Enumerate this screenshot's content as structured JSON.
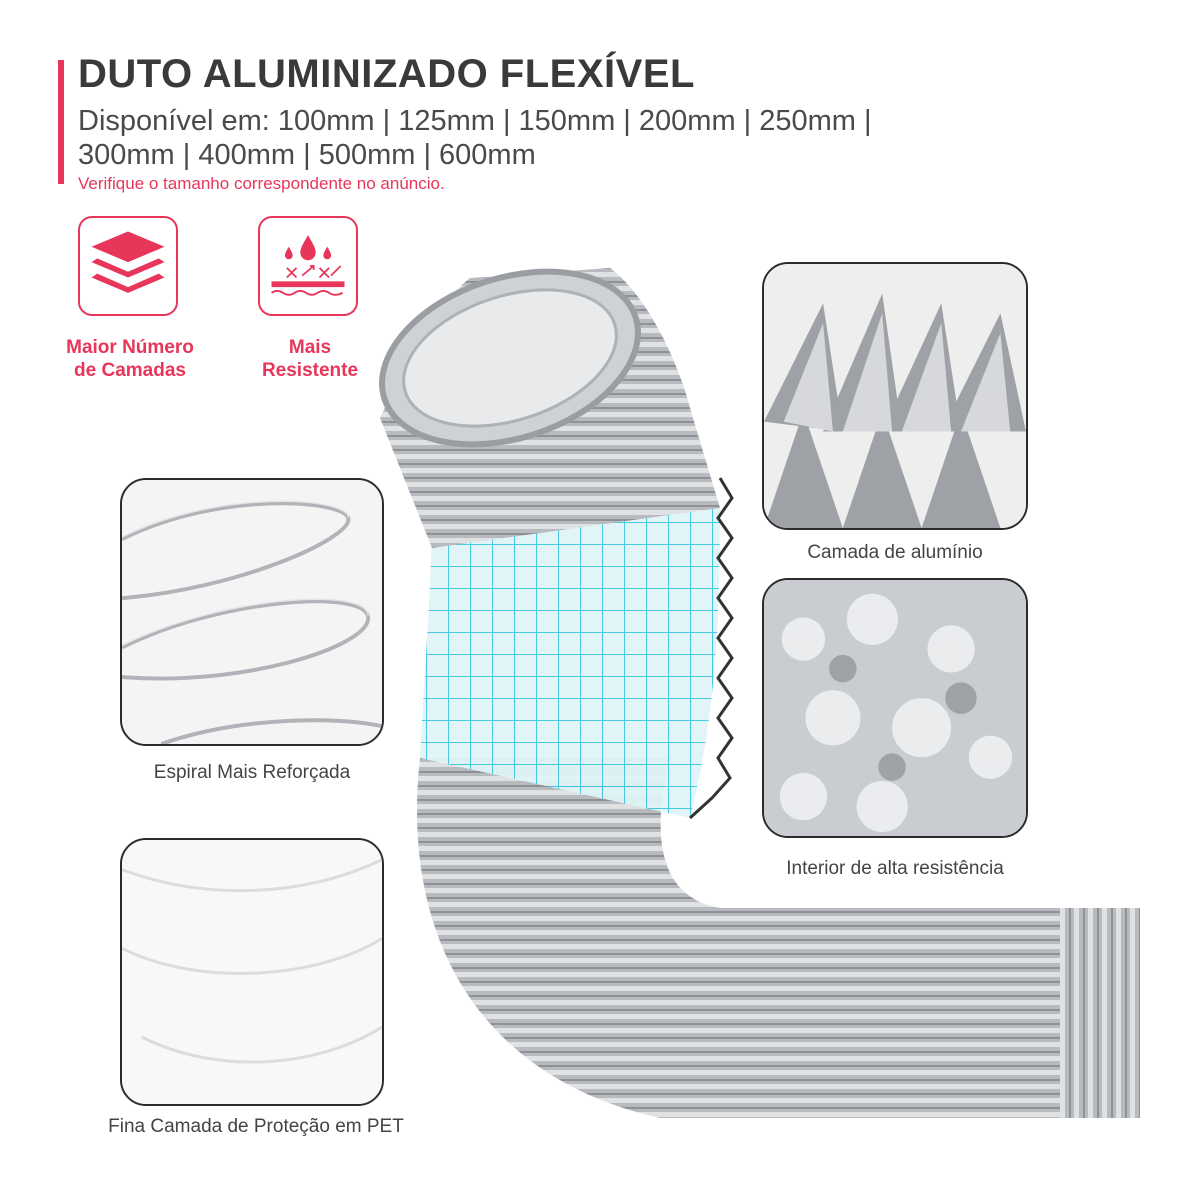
{
  "header": {
    "title": "DUTO ALUMINIZADO FLEXÍVEL",
    "sizes_line1": "Disponível em: 100mm | 125mm | 150mm | 200mm | 250mm |",
    "sizes_line2": "300mm | 400mm | 500mm | 600mm",
    "note": "Verifique o tamanho correspondente no anúncio."
  },
  "features": [
    {
      "icon": "layers-icon",
      "label_line1": "Maior Número",
      "label_line2": "de Camadas"
    },
    {
      "icon": "water-resistant-icon",
      "label_line1": "Mais",
      "label_line2": "Resistente"
    }
  ],
  "details": [
    {
      "caption": "Camada de alumínio"
    },
    {
      "caption": "Interior de alta resistência"
    },
    {
      "caption": "Espiral Mais Reforçada"
    },
    {
      "caption": "Fina Camada de Proteção em PET"
    }
  ],
  "colors": {
    "accent": "#e8365a",
    "title": "#3a3a3a",
    "text": "#4a4a4a",
    "mesh": "#3fc6dd",
    "aluminum": "#b9bcc0"
  }
}
